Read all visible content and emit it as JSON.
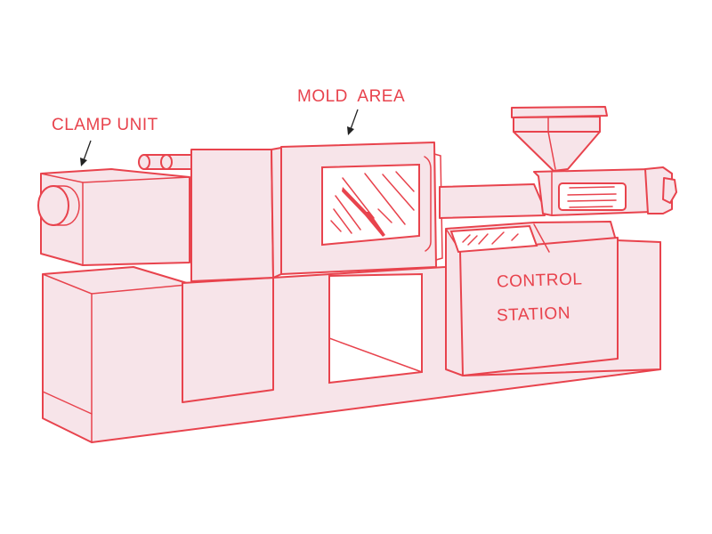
{
  "diagram": {
    "title": "Injection molding machine",
    "labels": {
      "clamp_unit": "CLAMP UNIT",
      "mold_area": "MOLD  AREA",
      "control_line1": "CONTROL",
      "control_line2": "STATION"
    },
    "colors": {
      "stroke": "#e8434d",
      "fill": "#f7e4e9",
      "arrow": "#222222"
    }
  }
}
